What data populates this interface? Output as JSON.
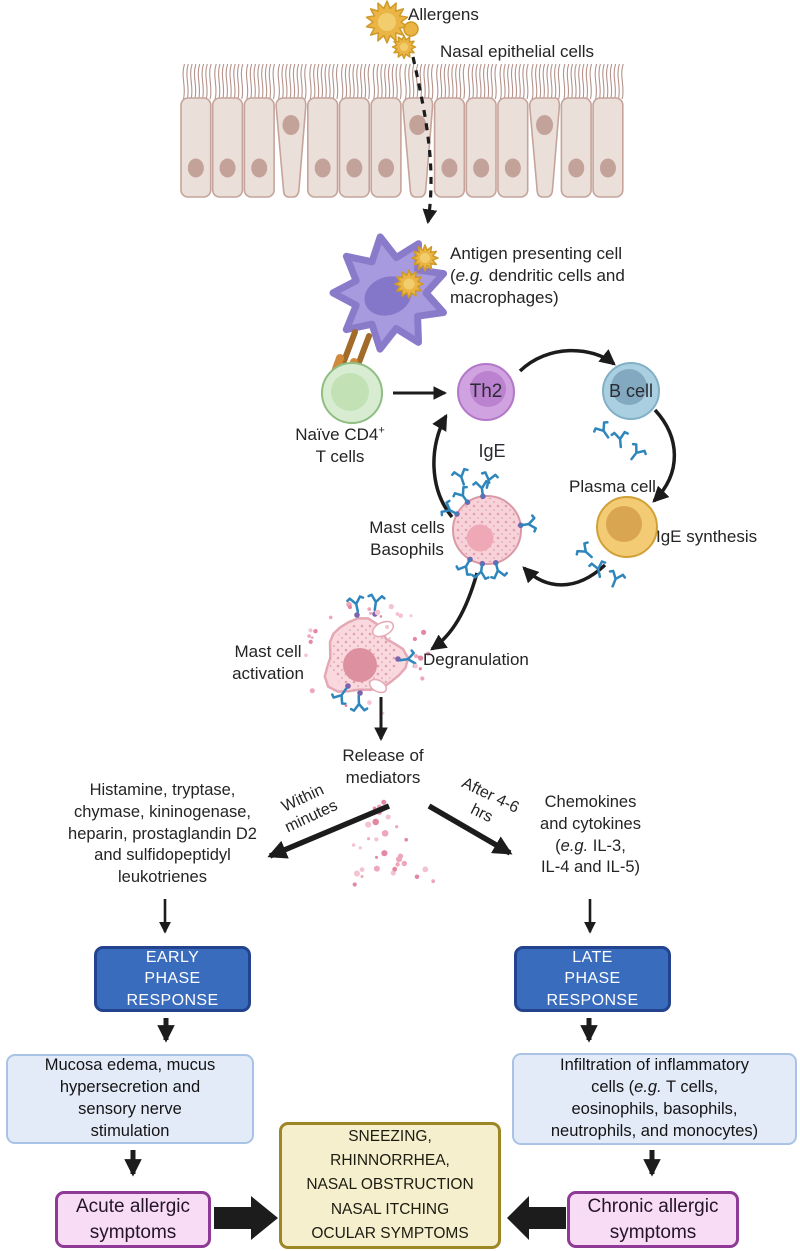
{
  "colors": {
    "phase_box_blue": "#3a6cbe",
    "phase_box_border": "#24438f",
    "soft_box_blue": "#e3ebf9",
    "soft_box_border": "#a9c3e6",
    "symptom_pink": "#f8dcf6",
    "symptom_border": "#8e3a96",
    "central_tan": "#f5efce",
    "central_border": "#9d8624",
    "antibody_blue": "#2e86bd",
    "mast_cell_pink": "#f7d2d9",
    "epithelium_beige": "#eadfd9",
    "allergen_yellow": "#eab545",
    "apc_purple": "#a79ade",
    "arrow_black": "#1c1c1c"
  },
  "top": {
    "allergens": "Allergens",
    "nasal": "Nasal epithelial cells"
  },
  "apc": {
    "line1": "Antigen presenting cell",
    "line2_pre": "(",
    "line2_eg": "e.g.",
    "line2_post": " dendritic cells and",
    "line3": "macrophages)"
  },
  "cycle": {
    "naive_main": "Naïve CD4",
    "naive_sup": "+",
    "naive_line2": "T cells",
    "th2": "Th2",
    "bcell": "B cell",
    "ige": "IgE",
    "plasma": "Plasma cell",
    "ige_synthesis": "IgE synthesis",
    "mast1": "Mast cells",
    "mast2": "Basophils"
  },
  "activation": {
    "line1": "Mast cell",
    "line2": "activation",
    "degranulation": "Degranulation",
    "release1": "Release of",
    "release2": "mediators",
    "within1": "Within",
    "within2": "minutes",
    "after1": "After 4-6",
    "after2": "hrs"
  },
  "mediators": {
    "left": [
      "Histamine, tryptase,",
      "chymase, kininogenase,",
      "heparin, prostaglandin D2",
      "and sulfidopeptidyl",
      "leukotrienes"
    ],
    "right1": "Chemokines",
    "right2": "and cytokines",
    "right3_pre": "(",
    "right3_eg": "e.g.",
    "right3_post": " IL-3,",
    "right4": "IL-4 and IL-5)"
  },
  "boxes": {
    "early": [
      "EARLY",
      "PHASE",
      "RESPONSE"
    ],
    "late": [
      "LATE",
      "PHASE",
      "RESPONSE"
    ],
    "mucosa": [
      "Mucosa edema, mucus",
      "hypersecretion and",
      "sensory nerve",
      "stimulation"
    ],
    "infiltration1": "Infiltration of inflammatory",
    "infiltration2_pre": "cells (",
    "infiltration2_eg": "e.g.",
    "infiltration2_post": " T cells,",
    "infiltration3": "eosinophils, basophils,",
    "infiltration4": "neutrophils, and monocytes)",
    "acute": [
      "Acute allergic",
      "symptoms"
    ],
    "chronic": [
      "Chronic allergic",
      "symptoms"
    ],
    "central": [
      "SNEEZING,",
      "RHINNORRHEA,",
      "NASAL OBSTRUCTION",
      "NASAL ITCHING",
      "OCULAR SYMPTOMS"
    ]
  }
}
